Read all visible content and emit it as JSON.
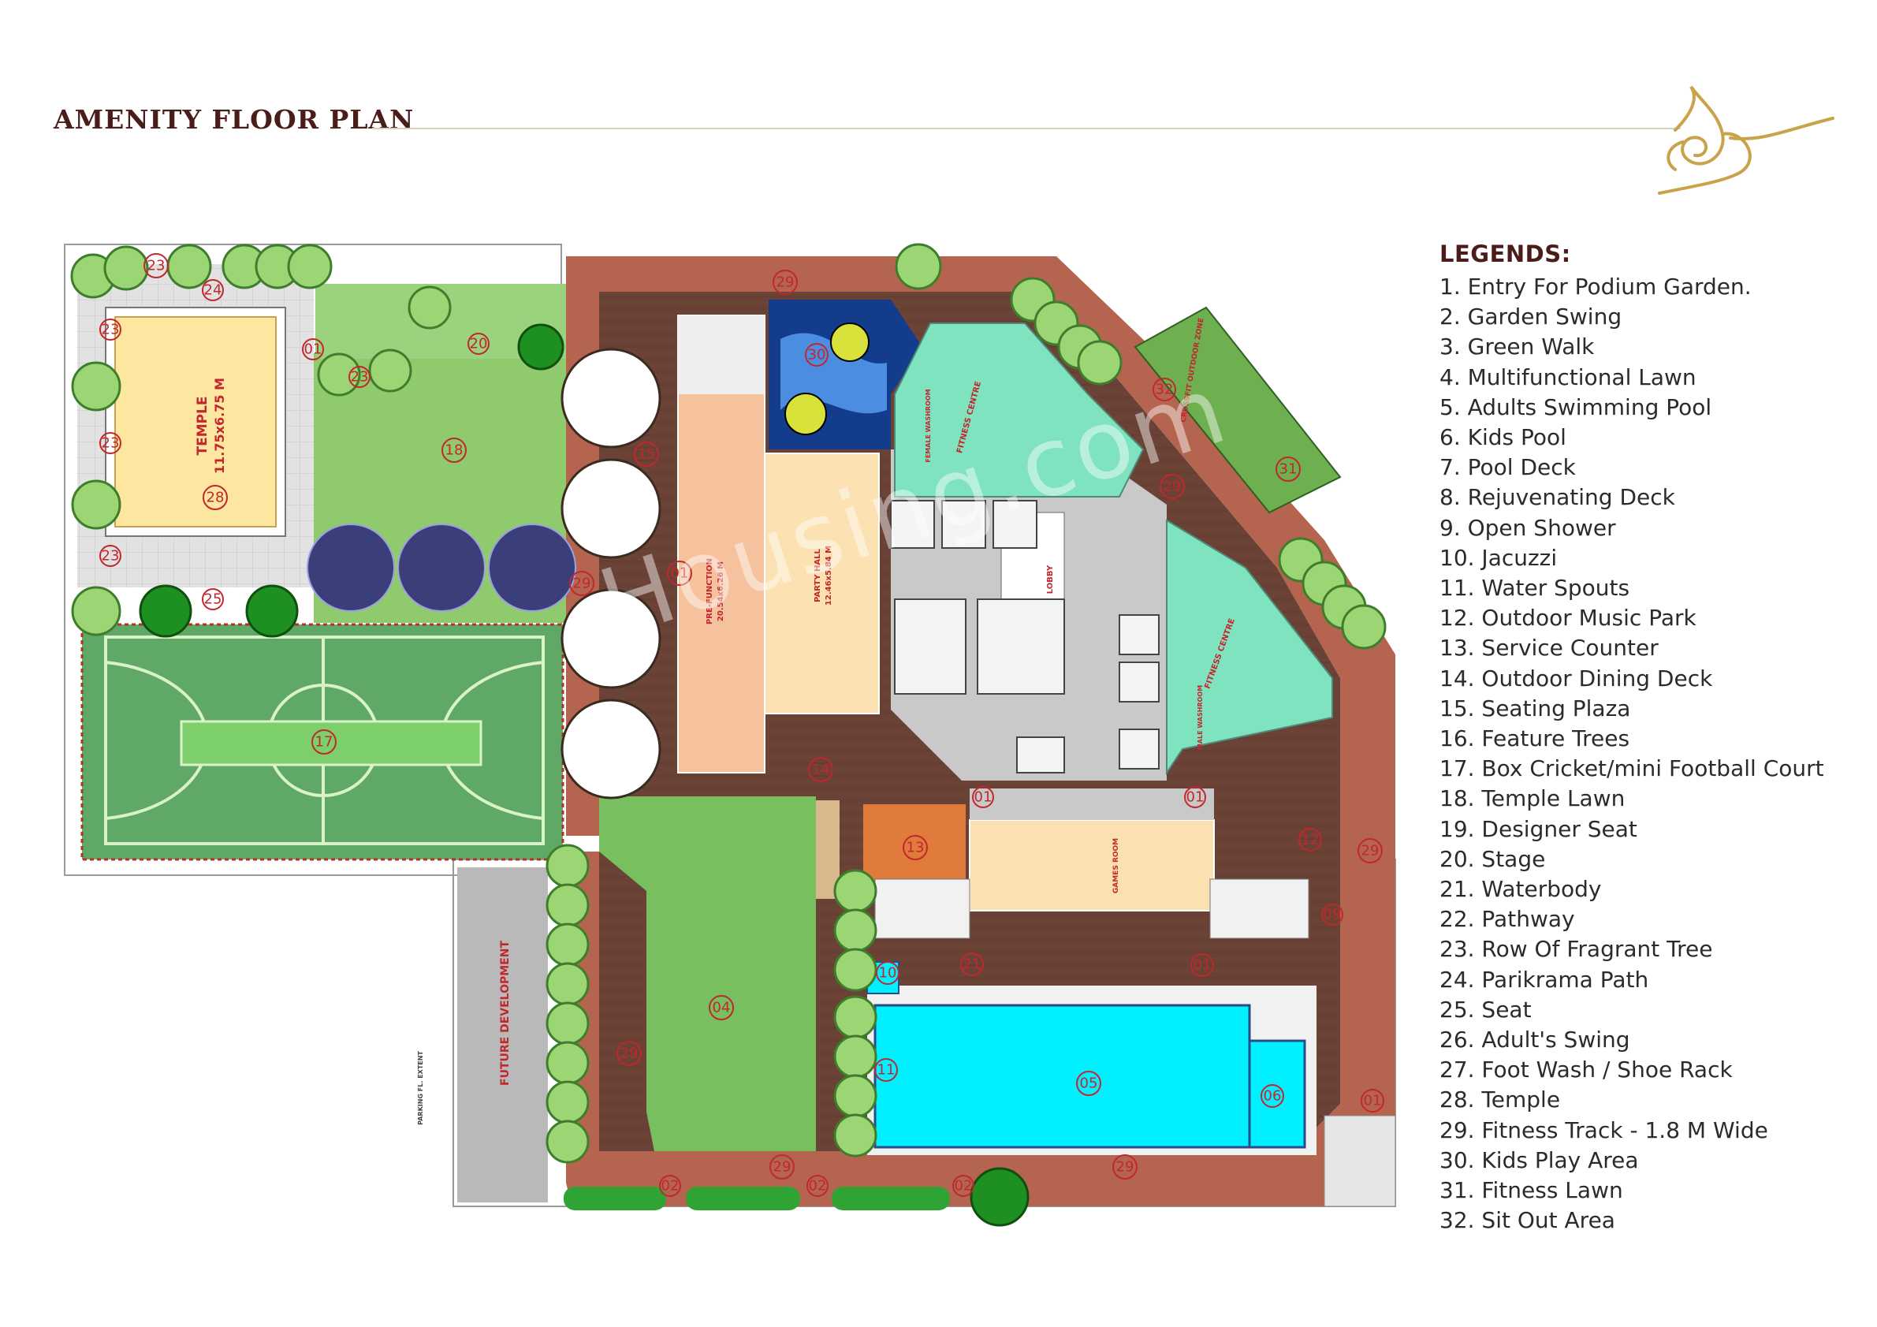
{
  "title": "AMENITY FLOOR PLAN",
  "legend": {
    "heading": "LEGENDS:",
    "items": [
      "1. Entry For Podium Garden.",
      "2. Garden Swing",
      "3. Green Walk",
      "4. Multifunctional Lawn",
      "5. Adults Swimming Pool",
      "6. Kids Pool",
      "7. Pool Deck",
      "8. Rejuvenating Deck",
      "9. Open Shower",
      "10. Jacuzzi",
      "11. Water Spouts",
      "12. Outdoor Music Park",
      "13. Service Counter",
      "14. Outdoor Dining Deck",
      "15. Seating Plaza",
      "16. Feature Trees",
      "17. Box Cricket/mini Football Court",
      "18. Temple Lawn",
      "19. Designer Seat",
      "20. Stage",
      "21. Waterbody",
      "22. Pathway",
      "23. Row Of Fragrant Tree",
      "24. Parikrama Path",
      "25. Seat",
      "26. Adult's Swing",
      "27. Foot Wash / Shoe Rack",
      "28. Temple",
      "29. Fitness Track - 1.8 M Wide",
      "30. Kids Play Area",
      "31. Fitness Lawn",
      "32. Sit Out Area"
    ]
  },
  "plan_labels": {
    "temple": "TEMPLE",
    "temple_size": "11.75x6.75 M",
    "pre_function": "PRE-FUNCTION",
    "pre_function_size": "20.54x6.26 M",
    "party_hall": "PARTY HALL",
    "party_hall_size": "12.46x5.84 M",
    "lobby": "LOBBY",
    "fitness_centre_top": "FITNESS CENTRE",
    "fitness_centre_right": "FITNESS CENTRE",
    "female_washroom": "FEMALE WASHROOM",
    "male_washroom": "MALE WASHROOM",
    "crossfit": "CROSSFIT OUTDOOR ZONE",
    "games_room": "GAMES ROOM",
    "future_development": "FUTURE DEVELOPMENT",
    "parking_extent": "PARKING FL. EXTENT"
  },
  "markers": {
    "m01a": "01",
    "m01b": "01",
    "m01c": "01",
    "m01d": "01",
    "m01e": "01",
    "m01f": "01",
    "m02a": "02",
    "m02b": "02",
    "m02c": "02",
    "m04": "04",
    "m05": "05",
    "m06": "06",
    "m09": "09",
    "m10": "10",
    "m11": "11",
    "m12": "12",
    "m13": "13",
    "m14": "14",
    "m15": "15",
    "m17": "17",
    "m18": "18",
    "m20": "20",
    "m21": "21",
    "m23a": "23",
    "m23b": "23",
    "m23c": "23",
    "m23d": "23",
    "m23e": "23",
    "m24": "24",
    "m25": "25",
    "m28": "28",
    "m29a": "29",
    "m29b": "29",
    "m29c": "29",
    "m29d": "29",
    "m29e": "29",
    "m29f": "29",
    "m29g": "29",
    "m30": "30",
    "m31": "31",
    "m32": "32"
  },
  "watermark": "Housing.com",
  "colors": {
    "title": "#4a1d1a",
    "track": "#b5654f",
    "deck": "#6e4438",
    "lawn": "#6fbf5a",
    "court": "#5fa866",
    "pool": "#00f0ff",
    "fitness": "#7fe3c0",
    "paving": "#d2d2d2",
    "marker": "#c1272d",
    "hall": "#fbe1b1",
    "prefunction": "#f6c8a4"
  }
}
